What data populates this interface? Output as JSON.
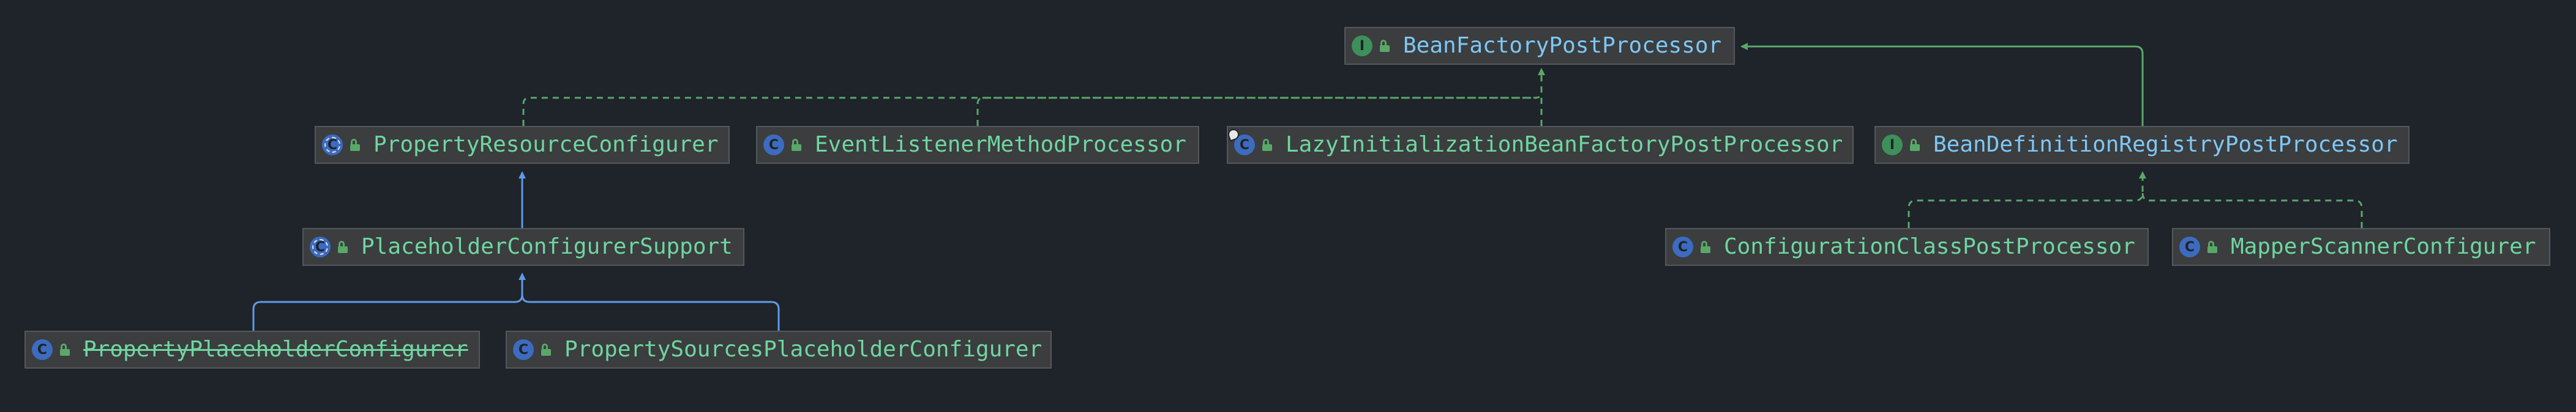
{
  "nodes": [
    {
      "id": "bfpp",
      "label": "BeanFactoryPostProcessor",
      "kind": "interface",
      "badge": "I"
    },
    {
      "id": "prc",
      "label": "PropertyResourceConfigurer",
      "kind": "abstract",
      "badge": "C"
    },
    {
      "id": "elmp",
      "label": "EventListenerMethodProcessor",
      "kind": "class",
      "badge": "C"
    },
    {
      "id": "libfpp",
      "label": "LazyInitializationBeanFactoryPostProcessor",
      "kind": "class",
      "badge": "C"
    },
    {
      "id": "bdrpp",
      "label": "BeanDefinitionRegistryPostProcessor",
      "kind": "interface",
      "badge": "I"
    },
    {
      "id": "pcs",
      "label": "PlaceholderConfigurerSupport",
      "kind": "abstract",
      "badge": "C"
    },
    {
      "id": "ccpp",
      "label": "ConfigurationClassPostProcessor",
      "kind": "class",
      "badge": "C"
    },
    {
      "id": "msc",
      "label": "MapperScannerConfigurer",
      "kind": "class",
      "badge": "C"
    },
    {
      "id": "ppc",
      "label": "PropertyPlaceholderConfigurer",
      "kind": "class",
      "badge": "C",
      "deprecated": true
    },
    {
      "id": "pspc",
      "label": "PropertySourcesPlaceholderConfigurer",
      "kind": "class",
      "badge": "C"
    }
  ],
  "edges": [
    {
      "from": "prc",
      "to": "bfpp",
      "type": "implements"
    },
    {
      "from": "elmp",
      "to": "bfpp",
      "type": "implements"
    },
    {
      "from": "libfpp",
      "to": "bfpp",
      "type": "implements"
    },
    {
      "from": "bdrpp",
      "to": "bfpp",
      "type": "extends-interface"
    },
    {
      "from": "pcs",
      "to": "prc",
      "type": "extends"
    },
    {
      "from": "ppc",
      "to": "pcs",
      "type": "extends"
    },
    {
      "from": "pspc",
      "to": "pcs",
      "type": "extends"
    },
    {
      "from": "ccpp",
      "to": "bdrpp",
      "type": "implements"
    },
    {
      "from": "msc",
      "to": "bdrpp",
      "type": "implements"
    }
  ],
  "colors": {
    "background": "#1f232a",
    "interface_text": "#7ec7f5",
    "class_text": "#6fd6a0",
    "implements_edge": "#59a869",
    "extends_edge": "#5c9ce6"
  }
}
